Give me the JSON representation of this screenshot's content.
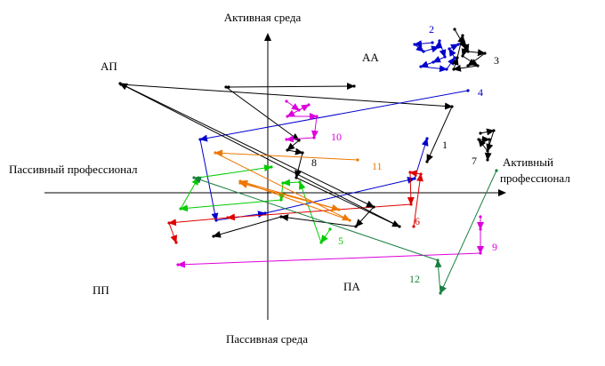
{
  "axes": {
    "y_top": "Активная среда",
    "y_bottom": "Пассивная среда",
    "x_left": "Пассивный профессионал",
    "x_right_line1": "Активный",
    "x_right_line2": "профессионал"
  },
  "quadrants": {
    "top_left": "АП",
    "top_right": "АА",
    "bottom_left": "ПП",
    "bottom_right": "ПА"
  },
  "paths": [
    {
      "id": "1",
      "label": "1",
      "color": "#000000"
    },
    {
      "id": "2",
      "label": "2",
      "color": "#0000cc"
    },
    {
      "id": "3",
      "label": "3",
      "color": "#000000"
    },
    {
      "id": "4",
      "label": "4",
      "color": "#0000cc"
    },
    {
      "id": "5",
      "label": "5",
      "color": "#00cc00"
    },
    {
      "id": "6",
      "label": "6",
      "color": "#dd0000"
    },
    {
      "id": "7",
      "label": "7",
      "color": "#000000"
    },
    {
      "id": "8",
      "label": "8",
      "color": "#000000"
    },
    {
      "id": "9",
      "label": "9",
      "color": "#dd00dd"
    },
    {
      "id": "10",
      "label": "10",
      "color": "#dd00dd"
    },
    {
      "id": "11",
      "label": "11",
      "color": "#ee7700"
    },
    {
      "id": "12",
      "label": "12",
      "color": "#1a8040"
    }
  ]
}
